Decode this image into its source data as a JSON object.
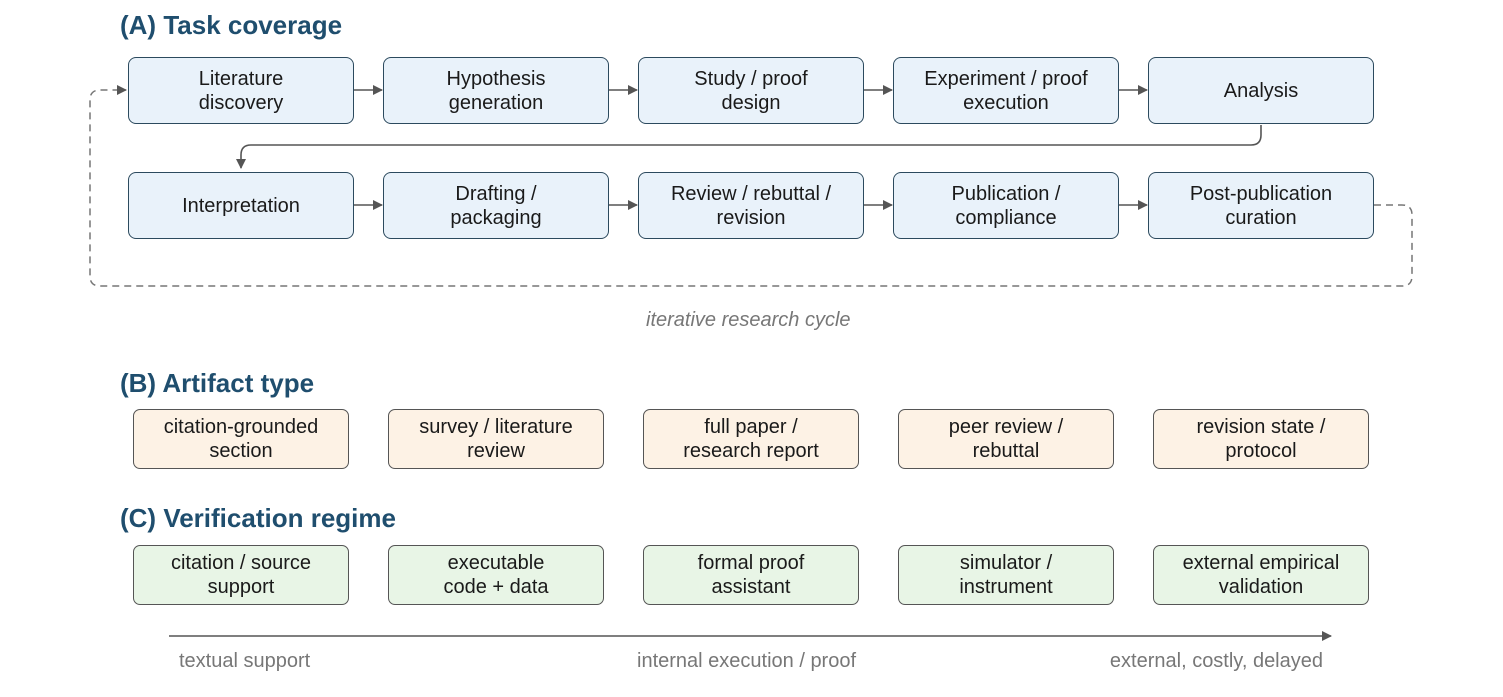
{
  "section_a": {
    "title": "(A) Task coverage",
    "row1": [
      {
        "label": "Literature\ndiscovery"
      },
      {
        "label": "Hypothesis\ngeneration"
      },
      {
        "label": "Study / proof\ndesign"
      },
      {
        "label": "Experiment / proof\nexecution"
      },
      {
        "label": "Analysis"
      }
    ],
    "row2": [
      {
        "label": "Interpretation"
      },
      {
        "label": "Drafting /\npackaging"
      },
      {
        "label": "Review / rebuttal /\nrevision"
      },
      {
        "label": "Publication /\ncompliance"
      },
      {
        "label": "Post-publication\ncuration"
      }
    ],
    "cycle_label": "iterative research cycle"
  },
  "section_b": {
    "title": "(B) Artifact type",
    "items": [
      {
        "label": "citation-grounded\nsection"
      },
      {
        "label": "survey / literature\nreview"
      },
      {
        "label": "full paper /\nresearch report"
      },
      {
        "label": "peer review /\nrebuttal"
      },
      {
        "label": "revision state /\nprotocol"
      }
    ]
  },
  "section_c": {
    "title": "(C) Verification regime",
    "items": [
      {
        "label": "citation / source\nsupport"
      },
      {
        "label": "executable\ncode + data"
      },
      {
        "label": "formal proof\nassistant"
      },
      {
        "label": "simulator /\ninstrument"
      },
      {
        "label": "external empirical\nvalidation"
      }
    ]
  },
  "scale": {
    "left": "textual support",
    "middle": "internal execution / proof",
    "right": "external, costly, delayed"
  },
  "colors": {
    "title": "#1f4e6e",
    "task_fill": "#e9f2fa",
    "task_border": "#2c4a5e",
    "artifact_fill": "#fdf2e5",
    "verification_fill": "#e8f5e6",
    "connector": "#555555",
    "caption": "#777777"
  }
}
